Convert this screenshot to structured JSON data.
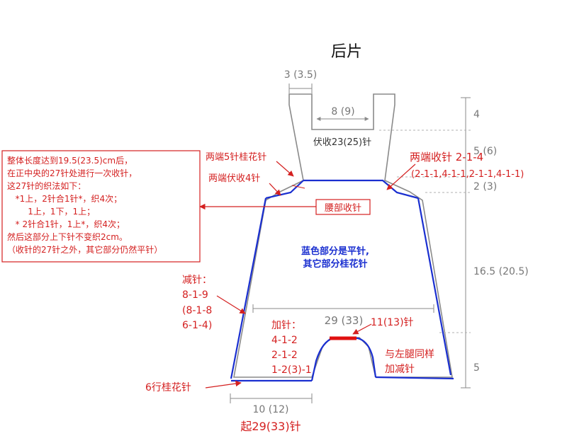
{
  "title": "后片",
  "colors": {
    "outline": "#8a8a8a",
    "blue_edge": "#1a2fd0",
    "red_text": "#d42020",
    "blue_text": "#1a2fd0",
    "dim_text": "#777777",
    "red_bar": "#e01010"
  },
  "dimensions": {
    "strap_width": "3 (3.5)",
    "neck_width": "8 (9)",
    "strap_height": "4",
    "armhole_height": "5 (6)",
    "waist_band": "2 (3)",
    "body_height": "16.5 (20.5)",
    "leg_height": "5",
    "hip_width": "29 (33)",
    "leg_width": "10 (12)"
  },
  "labels": {
    "bind_off_center": "伏收23(25)针",
    "edge_seed_5": "两端5针桂花针",
    "edge_bind_4": "两端伏收4针",
    "both_ends_dec_title": "两端收针 2-1-4",
    "both_ends_dec_detail": "(2-1-1,4-1-1,2-1-1,4-1-1)",
    "waist_dec": "腰部收针",
    "center_note_1": "蓝色部分是平针,",
    "center_note_2": "其它部分桂花针",
    "dec_title": "减针：",
    "dec_1": "8-1-9",
    "dec_2": "(8-1-8",
    "dec_3": "6-1-4)",
    "inc_title": "加针：",
    "inc_1": "4-1-2",
    "inc_2": "2-1-2",
    "inc_3": "1-2(3)-1",
    "crotch": "11(13)针",
    "same_as_left_1": "与左腿同样",
    "same_as_left_2": "加减针",
    "seed_rows": "6行桂花针",
    "cast_on": "起29(33)针"
  },
  "note_box": {
    "lines": [
      "整体长度达到19.5(23.5)cm后，",
      "在正中央的27针处进行一次收针，",
      "这27针的织法如下：",
      "  *1上，2针合1针*，织4次；",
      "    1上，1下，1上；",
      "  * 2针合1针，1上*，织4次；",
      "然后这部分上下针不变织2cm。",
      "（收针的27针之外，其它部分仍然平针）"
    ]
  }
}
